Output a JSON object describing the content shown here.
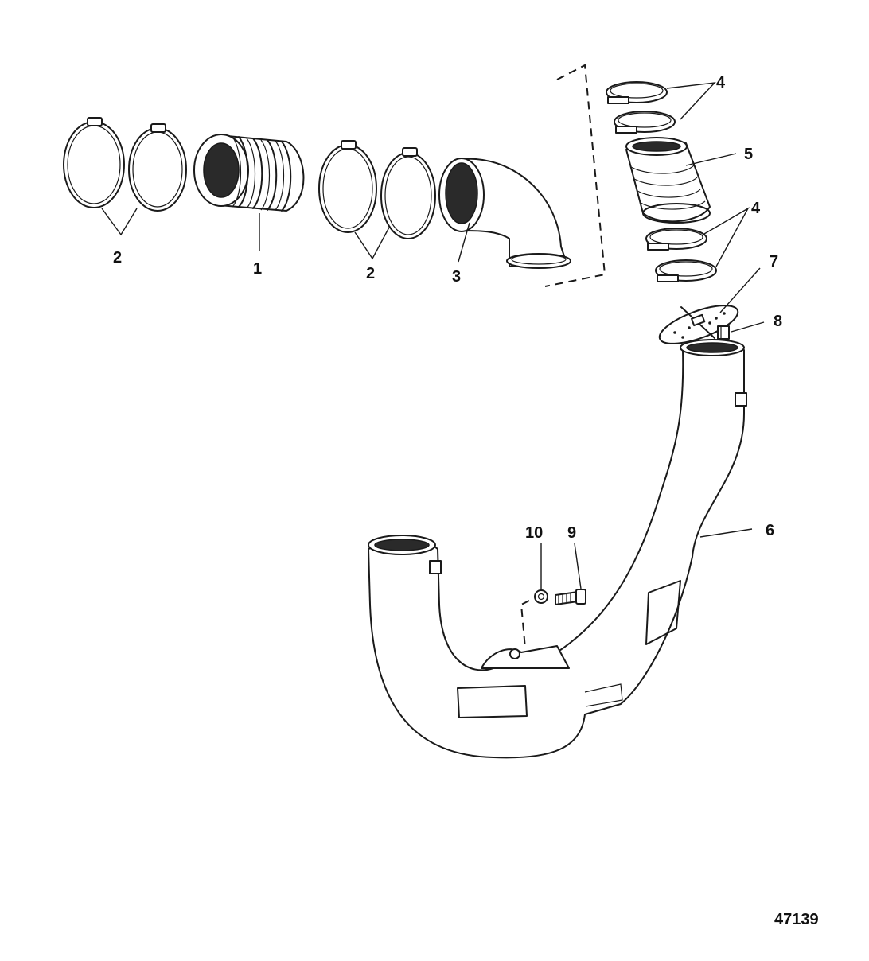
{
  "callouts": {
    "c1": "1",
    "c2a": "2",
    "c2b": "2",
    "c3": "3",
    "c4a": "4",
    "c4b": "4",
    "c5": "5",
    "c6": "6",
    "c7": "7",
    "c8": "8",
    "c9": "9",
    "c10": "10"
  },
  "figure_number": "47139"
}
